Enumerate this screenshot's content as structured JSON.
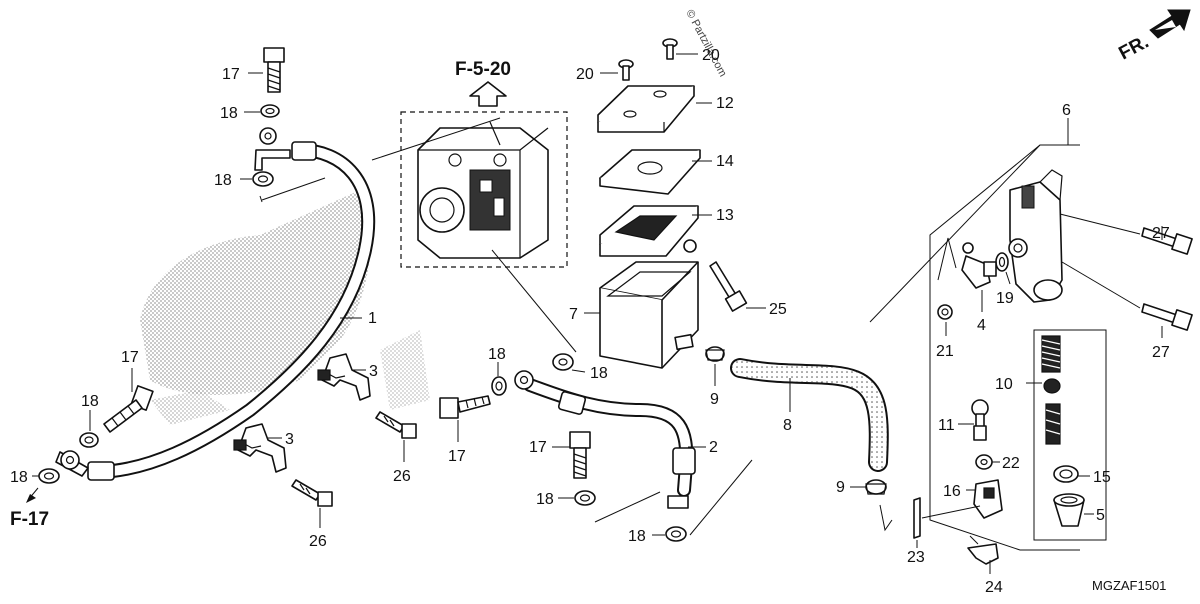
{
  "diagram": {
    "callouts": {
      "c1": "1",
      "c2": "2",
      "c3a": "3",
      "c3b": "3",
      "c4": "4",
      "c5": "5",
      "c6": "6",
      "c7": "7",
      "c8": "8",
      "c9a": "9",
      "c9b": "9",
      "c10": "10",
      "c11": "11",
      "c12": "12",
      "c13": "13",
      "c14": "14",
      "c15": "15",
      "c16": "16",
      "c17a": "17",
      "c17b": "17",
      "c17c": "17",
      "c17d": "17",
      "c18a": "18",
      "c18b": "18",
      "c18c": "18",
      "c18d": "18",
      "c18e": "18",
      "c18f": "18",
      "c18g": "18",
      "c18h": "18",
      "c19": "19",
      "c20a": "20",
      "c20b": "20",
      "c21": "21",
      "c22": "22",
      "c23": "23",
      "c24": "24",
      "c25": "25",
      "c26a": "26",
      "c26b": "26",
      "c27a": "27",
      "c27b": "27"
    },
    "references": {
      "top": "F-5-20",
      "left": "F-17"
    },
    "front_marker": "FR.",
    "watermark": "© Partzilla.com",
    "diagram_code": "MGZAF1501",
    "colors": {
      "line": "#111111",
      "shade": "#b9b9b9",
      "paper": "#ffffff"
    },
    "icons": [
      "front-arrow-icon",
      "reference-arrow-icon"
    ]
  }
}
